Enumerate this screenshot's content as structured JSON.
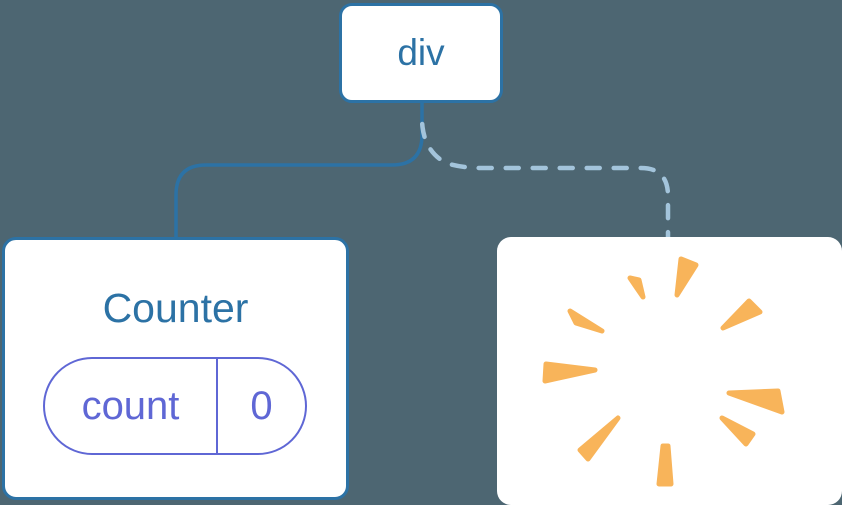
{
  "diagram": {
    "description": "component-tree",
    "root_node": {
      "label": "div"
    },
    "counter_card": {
      "title": "Counter",
      "state_pill": {
        "key": "count",
        "value": "0"
      }
    },
    "removed_card": {
      "icon": "poof-starburst"
    },
    "edges": {
      "left": {
        "style": "solid",
        "target": "Counter"
      },
      "right": {
        "style": "dashed",
        "target": "removed"
      }
    }
  },
  "colors": {
    "background": "#4D6672",
    "card_bg": "#FFFFFF",
    "blue": "#2C72A5",
    "dashed_edge": "#A3C4DB",
    "purple": "#5F67D5",
    "orange": "#F8B45A"
  }
}
